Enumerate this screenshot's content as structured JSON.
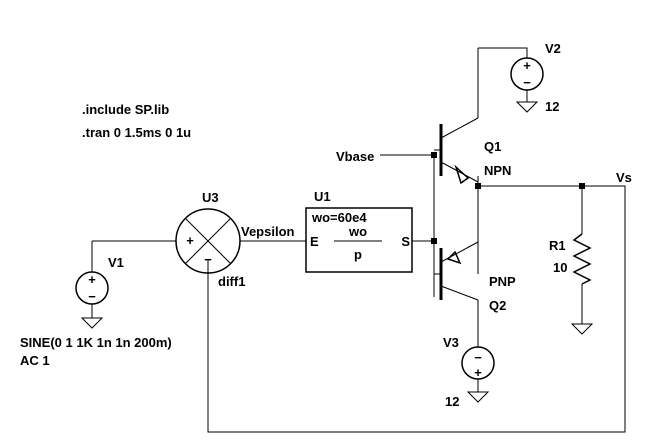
{
  "directives": {
    "include": ".include SP.lib",
    "tran": ".tran 0 1.5ms 0 1u"
  },
  "components": {
    "v1": {
      "name": "V1",
      "value_line1": "SINE(0 1 1K 1n 1n 200m)",
      "value_line2": "AC 1"
    },
    "v2": {
      "name": "V2",
      "value": "12"
    },
    "v3": {
      "name": "V3",
      "value": "12"
    },
    "u3": {
      "name": "U3",
      "model": "diff1"
    },
    "u1": {
      "name": "U1",
      "param": "wo=60e4",
      "numerator": "wo",
      "denominator": "p",
      "port_in": "E",
      "port_out": "S"
    },
    "q1": {
      "name": "Q1",
      "type": "NPN"
    },
    "q2": {
      "name": "Q2",
      "type": "PNP"
    },
    "r1": {
      "name": "R1",
      "value": "10"
    }
  },
  "nets": {
    "vepsilon": "Vepsilon",
    "vbase": "Vbase",
    "vs": "Vs"
  },
  "signs": {
    "plus": "+",
    "minus": "−"
  }
}
